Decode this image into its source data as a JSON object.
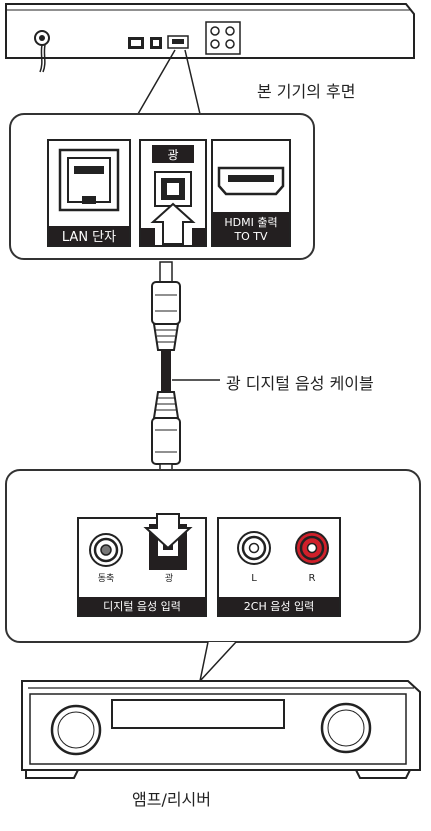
{
  "device_rear": {
    "caption": "본 기기의 후면"
  },
  "player_panel": {
    "lan_label": "LAN 단자",
    "optical_tag": "광",
    "hdmi_label_line1": "HDMI 출력",
    "hdmi_label_line2": "TO TV"
  },
  "cable": {
    "label": "광 디지털 음성 케이블"
  },
  "receiver_panel": {
    "coax_label": "동축",
    "optical_label": "광",
    "digital_group_label": "디지털 음성 입력",
    "left_label": "L",
    "right_label": "R",
    "analog_group_label": "2CH 음성 입력"
  },
  "receiver": {
    "caption": "앰프/리시버"
  },
  "colors": {
    "line": "#222222",
    "dark_fill": "#231f20",
    "red_jack": "#d0202a",
    "panel_stroke": "#333333"
  }
}
